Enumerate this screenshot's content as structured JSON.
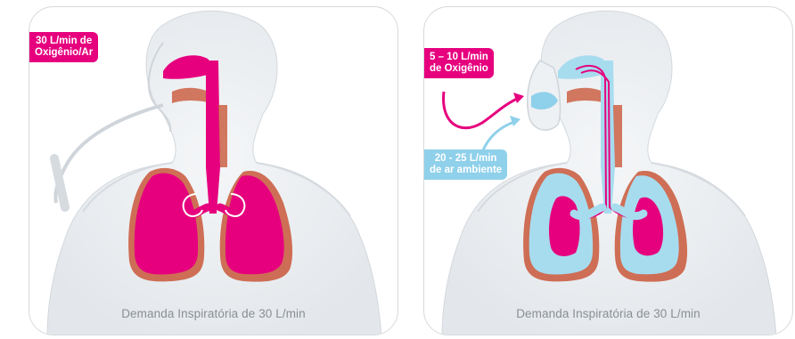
{
  "left_panel": {
    "label_line1": "30 L/min de",
    "label_line2": "Oxigênio/Ar",
    "caption": "Demanda Inspiratória de 30 L/min",
    "colors": {
      "oxygen": "#e6007e",
      "tissue": "#c9573a"
    }
  },
  "right_panel": {
    "oxygen_label_line1": "5 – 10 L/min",
    "oxygen_label_line2": "de Oxigênio",
    "air_label_line1": "20 - 25 L/min",
    "air_label_line2": "de ar ambiente",
    "caption": "Demanda Inspiratória de 30 L/min",
    "colors": {
      "oxygen": "#e6007e",
      "ambient_air": "#8fd0ea",
      "tissue": "#c9573a"
    }
  }
}
